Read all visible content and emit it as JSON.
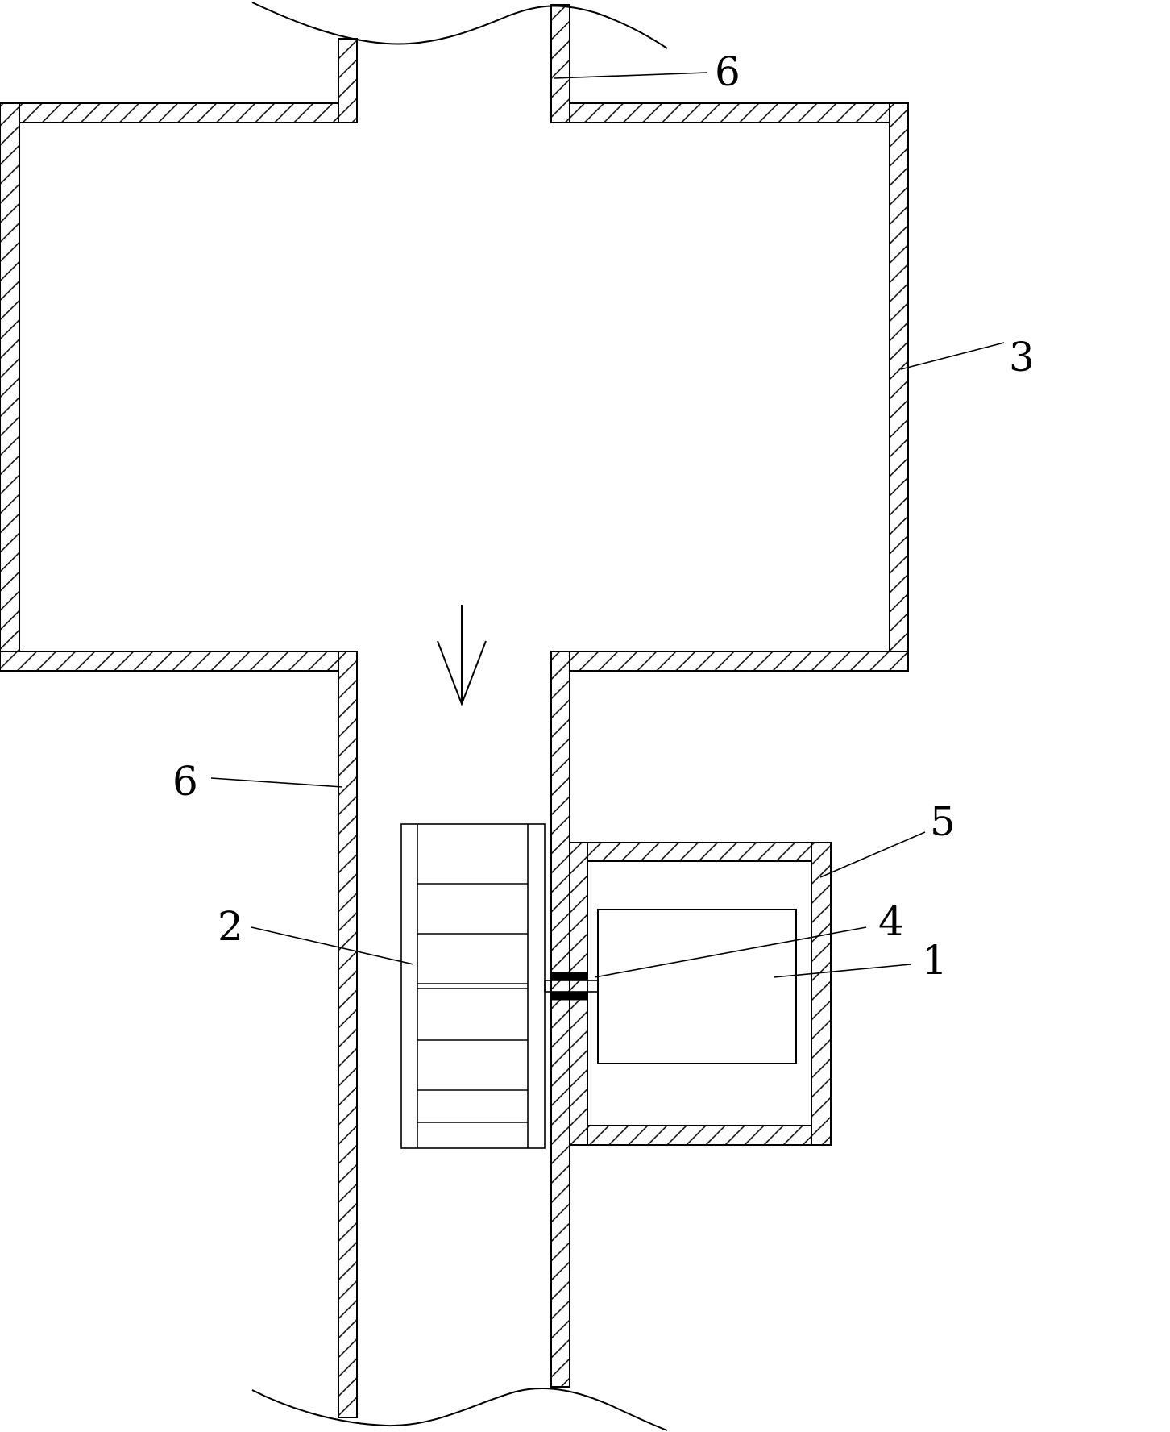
{
  "labels": {
    "top_duct": "6",
    "chamber": "3",
    "bottom_duct": "6",
    "housing": "5",
    "fan": "2",
    "shaft": "4",
    "motor": "1"
  }
}
